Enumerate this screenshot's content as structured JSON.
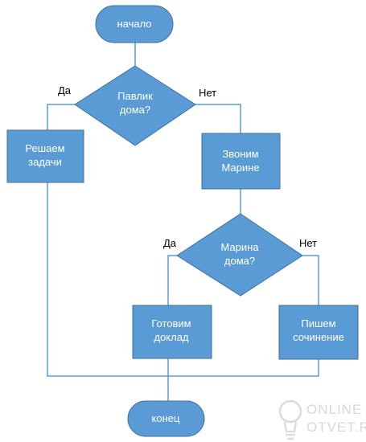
{
  "nodes": {
    "start": "начало",
    "decision_pavlik": [
      "Павлик",
      "дома?"
    ],
    "solve_tasks": [
      "Решаем",
      "задачи"
    ],
    "call_marina": [
      "Звоним",
      "Марине"
    ],
    "decision_marina": [
      "Марина",
      "дома?"
    ],
    "prepare_report": [
      "Готовим",
      "доклад"
    ],
    "write_essay": [
      "Пишем",
      "сочинение"
    ],
    "end": "конец"
  },
  "edges": {
    "pavlik_yes": "Да",
    "pavlik_no": "Нет",
    "marina_yes": "Да",
    "marina_no": "Нет"
  },
  "watermark": {
    "line1": "ONLINE",
    "line2": "OTVET.RU",
    "icon": "lightbulb-icon"
  },
  "colors": {
    "shape_fill": "#5b9bd5",
    "shape_stroke": "#41719c",
    "connector": "#5b9bd5"
  }
}
